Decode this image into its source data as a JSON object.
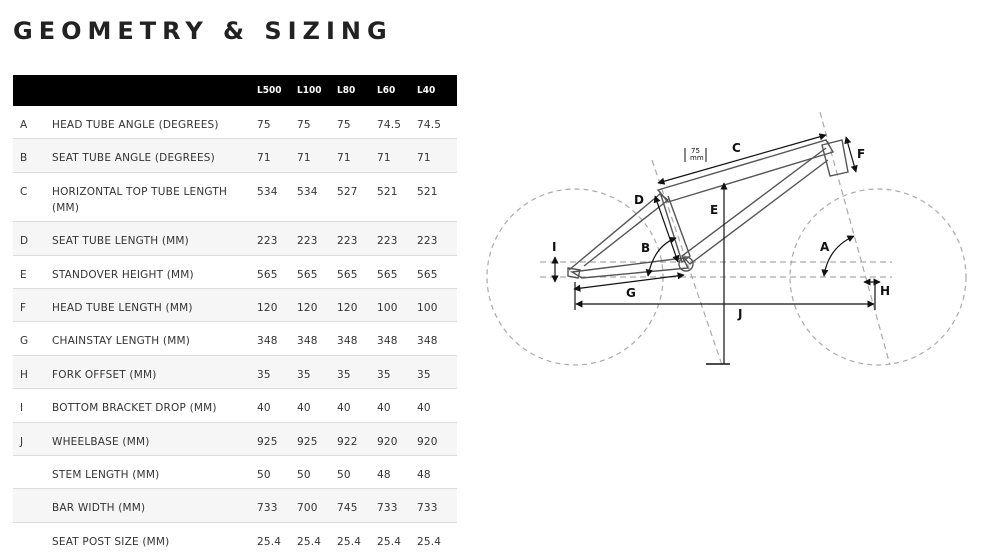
{
  "title": "GEOMETRY & SIZING",
  "table": {
    "columns": [
      "L500",
      "L100",
      "L80",
      "L60",
      "L40"
    ],
    "rows": [
      {
        "letter": "A",
        "name": "HEAD TUBE ANGLE (DEGREES)",
        "values": [
          "75",
          "75",
          "75",
          "74.5",
          "74.5"
        ]
      },
      {
        "letter": "B",
        "name": "SEAT TUBE ANGLE (DEGREES)",
        "values": [
          "71",
          "71",
          "71",
          "71",
          "71"
        ]
      },
      {
        "letter": "C",
        "name": "HORIZONTAL TOP TUBE LENGTH (MM)",
        "values": [
          "534",
          "534",
          "527",
          "521",
          "521"
        ]
      },
      {
        "letter": "D",
        "name": "SEAT TUBE LENGTH (MM)",
        "values": [
          "223",
          "223",
          "223",
          "223",
          "223"
        ]
      },
      {
        "letter": "E",
        "name": "STANDOVER HEIGHT (MM)",
        "values": [
          "565",
          "565",
          "565",
          "565",
          "565"
        ]
      },
      {
        "letter": "F",
        "name": "HEAD TUBE LENGTH (MM)",
        "values": [
          "120",
          "120",
          "120",
          "100",
          "100"
        ]
      },
      {
        "letter": "G",
        "name": "CHAINSTAY LENGTH (MM)",
        "values": [
          "348",
          "348",
          "348",
          "348",
          "348"
        ]
      },
      {
        "letter": "H",
        "name": "FORK OFFSET (MM)",
        "values": [
          "35",
          "35",
          "35",
          "35",
          "35"
        ]
      },
      {
        "letter": "I",
        "name": "BOTTOM BRACKET DROP (MM)",
        "values": [
          "40",
          "40",
          "40",
          "40",
          "40"
        ]
      },
      {
        "letter": "J",
        "name": "WHEELBASE (MM)",
        "values": [
          "925",
          "925",
          "922",
          "920",
          "920"
        ]
      },
      {
        "letter": "",
        "name": "STEM LENGTH (MM)",
        "values": [
          "50",
          "50",
          "50",
          "48",
          "48"
        ]
      },
      {
        "letter": "",
        "name": "BAR WIDTH (MM)",
        "values": [
          "733",
          "700",
          "745",
          "733",
          "733"
        ]
      },
      {
        "letter": "",
        "name": "SEAT POST SIZE (MM)",
        "values": [
          "25.4",
          "25.4",
          "25.4",
          "25.4",
          "25.4"
        ]
      }
    ]
  },
  "diagram": {
    "labels": {
      "A": "A",
      "B": "B",
      "C": "C",
      "D": "D",
      "E": "E",
      "F": "F",
      "G": "G",
      "H": "H",
      "I": "I",
      "J": "J"
    },
    "offset_value": "75",
    "offset_unit": "mm"
  }
}
